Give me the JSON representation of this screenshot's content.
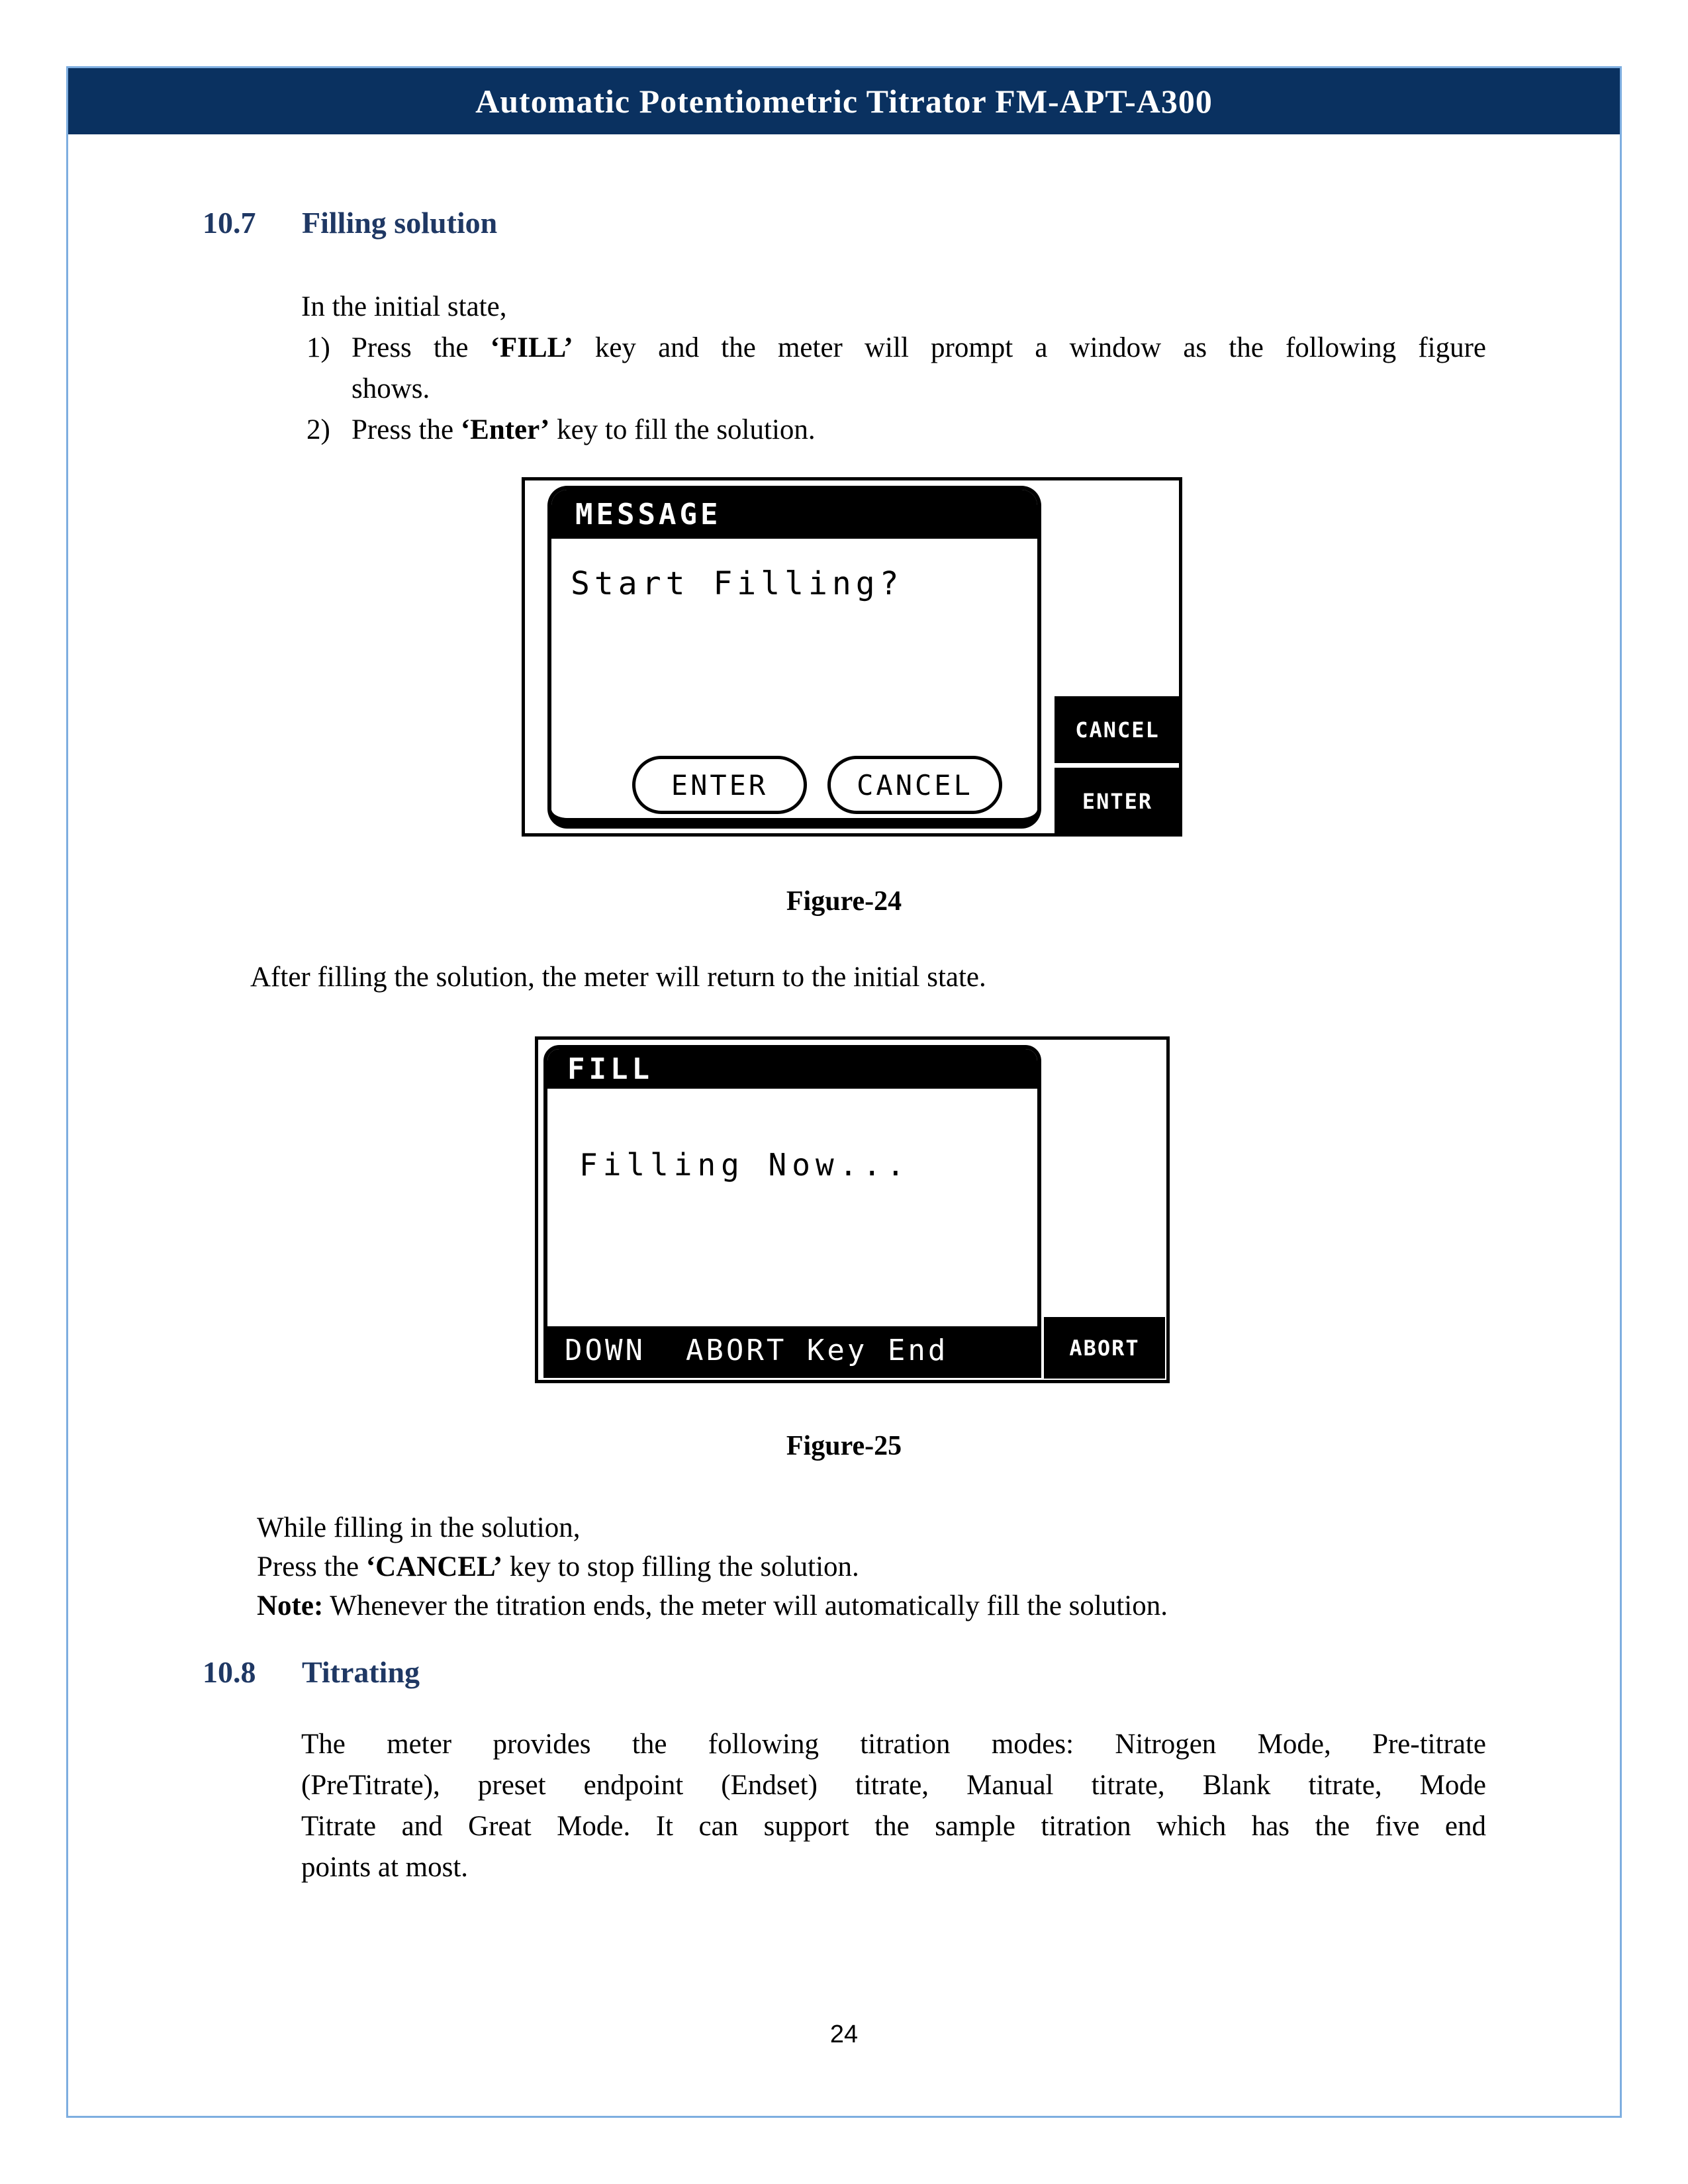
{
  "header": {
    "title": "Automatic Potentiometric Titrator FM-APT-A300"
  },
  "page": {
    "number": "24"
  },
  "colors": {
    "header_bg": "#0A3160",
    "heading_text": "#1F3864",
    "page_border": "#7EAEE0",
    "screen_ink": "#000000"
  },
  "sections": {
    "s107": {
      "number": "10.7",
      "title": "Filling solution",
      "intro": "In the initial state,",
      "items": [
        {
          "marker": "1)",
          "line1_pre": "Press the ",
          "line1_bold": "‘FILL’",
          "line1_post": " key and the meter will prompt a window as the following figure",
          "line2": "shows."
        },
        {
          "marker": "2)",
          "pre": "Press the ",
          "bold": "‘Enter’",
          "post": " key to fill the solution."
        }
      ],
      "after": "After filling the solution, the meter will return to the initial state.",
      "while_line": "While filling in the solution,",
      "press_pre": "Press the ",
      "press_bold": "‘CANCEL’",
      "press_post": " key to stop filling the solution.",
      "note_bold": "Note:",
      "note_post": " Whenever the titration ends, the meter will automatically fill the solution."
    },
    "s108": {
      "number": "10.8",
      "title": "Titrating",
      "lines": [
        "The meter provides the following titration modes: Nitrogen Mode, Pre-titrate",
        "(PreTitrate), preset endpoint (Endset) titrate, Manual titrate, Blank titrate, Mode",
        "Titrate and Great Mode. It can support the sample titration which has the five end",
        "points at most."
      ]
    }
  },
  "figure24": {
    "caption": "Figure-24",
    "screen_title": "MESSAGE",
    "message": "Start Filling?",
    "btn_enter": "ENTER",
    "btn_cancel": "CANCEL",
    "side_cancel": "CANCEL",
    "side_enter": "ENTER"
  },
  "figure25": {
    "caption": "Figure-25",
    "screen_title": "FILL",
    "message": "Filling Now...",
    "status_bar": "DOWN  ABORT Key End",
    "side_abort": "ABORT"
  }
}
